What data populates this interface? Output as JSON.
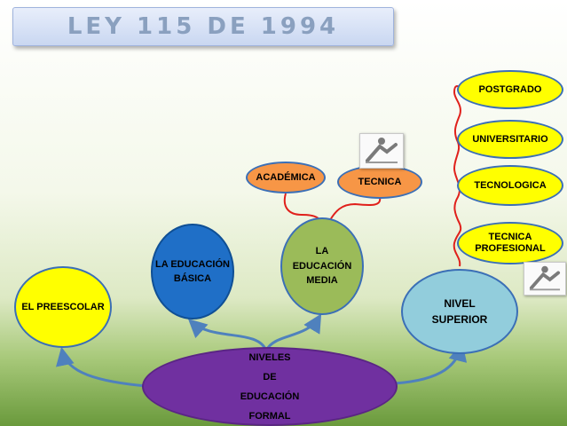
{
  "title": "LEY 115 DE 1994",
  "nodes": {
    "niveles": [
      "NIVELES",
      "DE",
      "EDUCACIÓN",
      "FORMAL"
    ],
    "preescolar": "EL PREESCOLAR",
    "basica": [
      "LA EDUCACIÓN",
      "BÁSICA"
    ],
    "media": [
      "LA",
      "EDUCACIÓN",
      "MEDIA"
    ],
    "superior": [
      "NIVEL",
      "SUPERIOR"
    ],
    "academica": "ACADÉMICA",
    "tecnica": "TECNICA",
    "postgrado": "POSTGRADO",
    "universitario": "UNIVERSITARIO",
    "tecnologica": "TECNOLOGICA",
    "tecnica_profesional": [
      "TECNICA",
      "PROFESIONAL"
    ]
  },
  "colors": {
    "title_text": "#8aa0bf",
    "arrow": "#4f81bd",
    "connector": "#e0201b",
    "preescolar": "#ffff00",
    "basica": "#1f6fc7",
    "media": "#9bbb59",
    "superior": "#92cddc",
    "niveles": "#7030a0",
    "modalidades": "#f79646"
  },
  "icons": [
    "sena-logo-icon"
  ]
}
